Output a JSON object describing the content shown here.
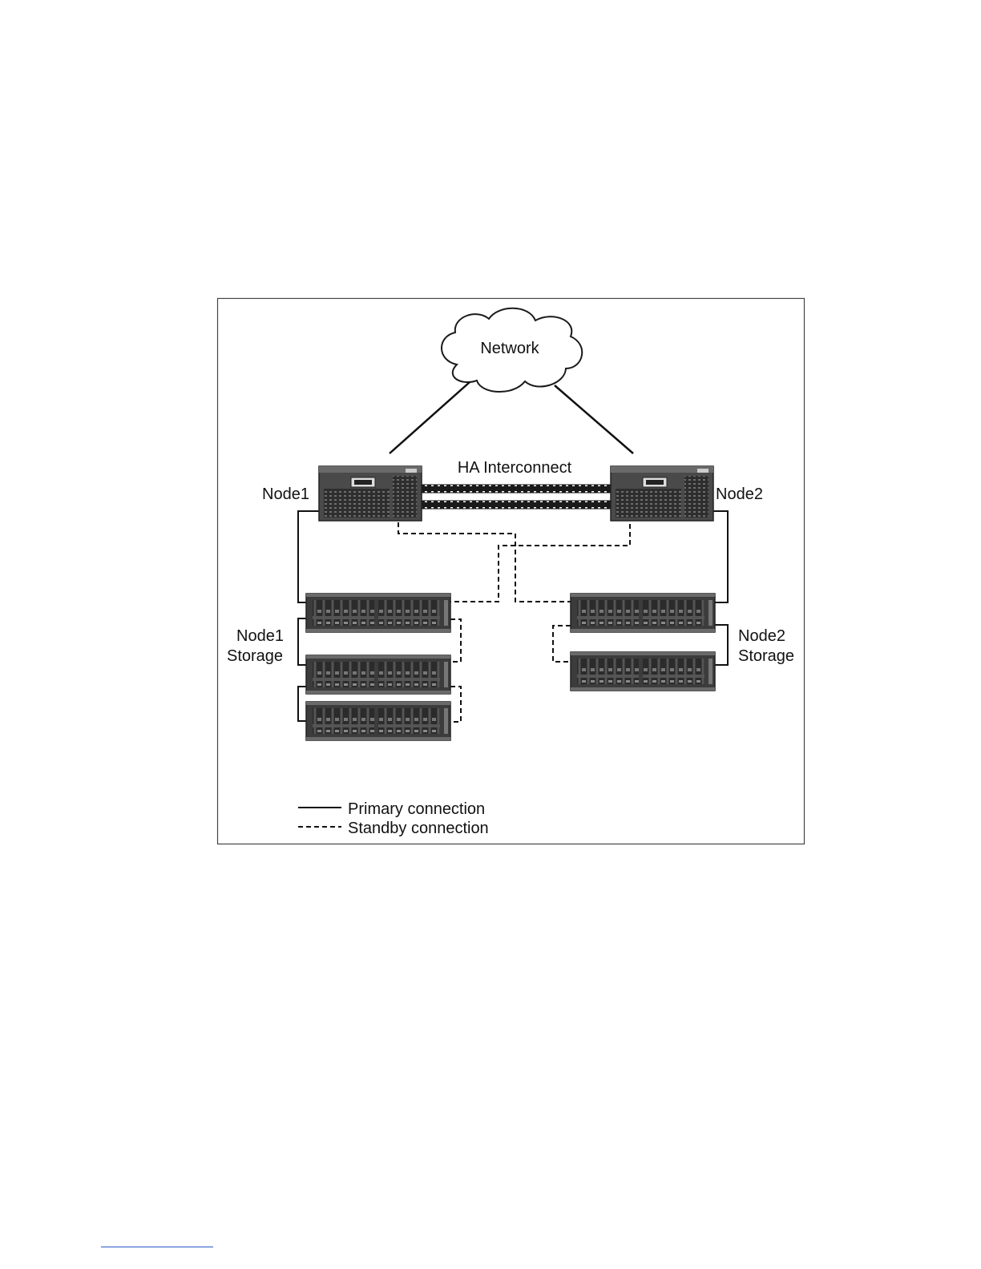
{
  "colors": {
    "frame": "#444444",
    "line": "#111111",
    "device_dark": "#3a3a3a",
    "device_mid": "#5a5a5a",
    "footnote_rule": "#2a56c6"
  },
  "diagram": {
    "cloud_label": "Network",
    "interconnect_label": "HA Interconnect",
    "node1": {
      "label": "Node1",
      "storage_label_line1": "Node1",
      "storage_label_line2": "Storage",
      "storage_units": 3
    },
    "node2": {
      "label": "Node2",
      "storage_label_line1": "Node2",
      "storage_label_line2": "Storage",
      "storage_units": 2
    },
    "legend": {
      "primary": "Primary connection",
      "standby": "Standby connection"
    },
    "icons": [
      "cloud-icon",
      "server-icon",
      "storage-enclosure-icon"
    ]
  }
}
